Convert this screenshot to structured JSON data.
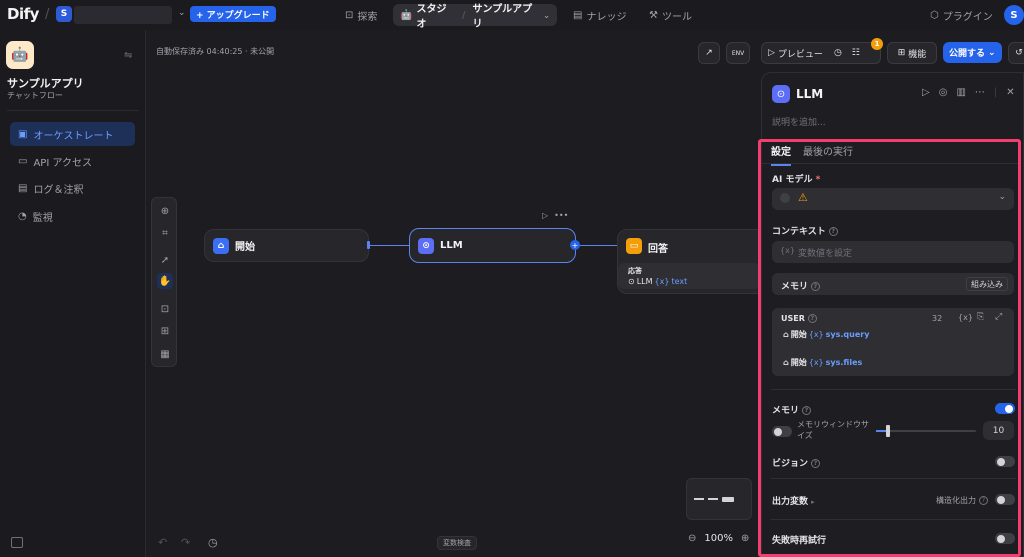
{
  "header": {
    "logo": "Dify",
    "workspace_initial": "S",
    "upgrade_label": "+ アップグレード",
    "nav": [
      {
        "label": "探索",
        "icon": "explore-icon"
      },
      {
        "label": "スタジオ",
        "icon": "robot-icon",
        "current": "サンプルアプリ"
      },
      {
        "label": "ナレッジ",
        "icon": "book-icon"
      },
      {
        "label": "ツール",
        "icon": "hammer-icon"
      }
    ],
    "plugin_label": "プラグイン",
    "user_initial": "S"
  },
  "sidebar": {
    "app_name": "サンプルアプリ",
    "app_type": "チャットフロー",
    "items": [
      {
        "label": "オーケストレート",
        "active": true
      },
      {
        "label": "API アクセス"
      },
      {
        "label": "ログ＆注釈"
      },
      {
        "label": "監視"
      }
    ]
  },
  "canvas": {
    "autosave": "自動保存済み 04:40:25 · 未公開",
    "preview_label": "プレビュー",
    "issue_count": "1",
    "features_label": "機能",
    "publish_label": "公開する",
    "env_label": "ENV",
    "nodes": {
      "start": "開始",
      "llm": "LLM",
      "answer": "回答",
      "answer_field": "応答",
      "answer_chip_node": "LLM",
      "answer_chip_var": "text"
    },
    "zoom": "100%",
    "var_check": "変数検査"
  },
  "panel": {
    "title": "LLM",
    "description_placeholder": "説明を追加...",
    "tabs": [
      "設定",
      "最後の実行"
    ],
    "ai_model_label": "AI モデル",
    "context_label": "コンテキスト",
    "context_placeholder": "変数値を設定",
    "memory_label": "メモリ",
    "builtin_label": "組み込み",
    "user_label": "USER",
    "user_count": "32",
    "var_start_1": "開始",
    "var_1": "sys.query",
    "var_start_2": "開始",
    "var_2": "sys.files",
    "memory_toggle_label": "メモリ",
    "memory_window_label": "メモリウィンドウサイズ",
    "memory_window_value": "10",
    "vision_label": "ビジョン",
    "output_vars_label": "出力変数",
    "structured_output_label": "構造化出力",
    "retry_label": "失敗時再試行"
  },
  "colors": {
    "accent": "#2563eb",
    "highlight": "#f43f6e"
  }
}
